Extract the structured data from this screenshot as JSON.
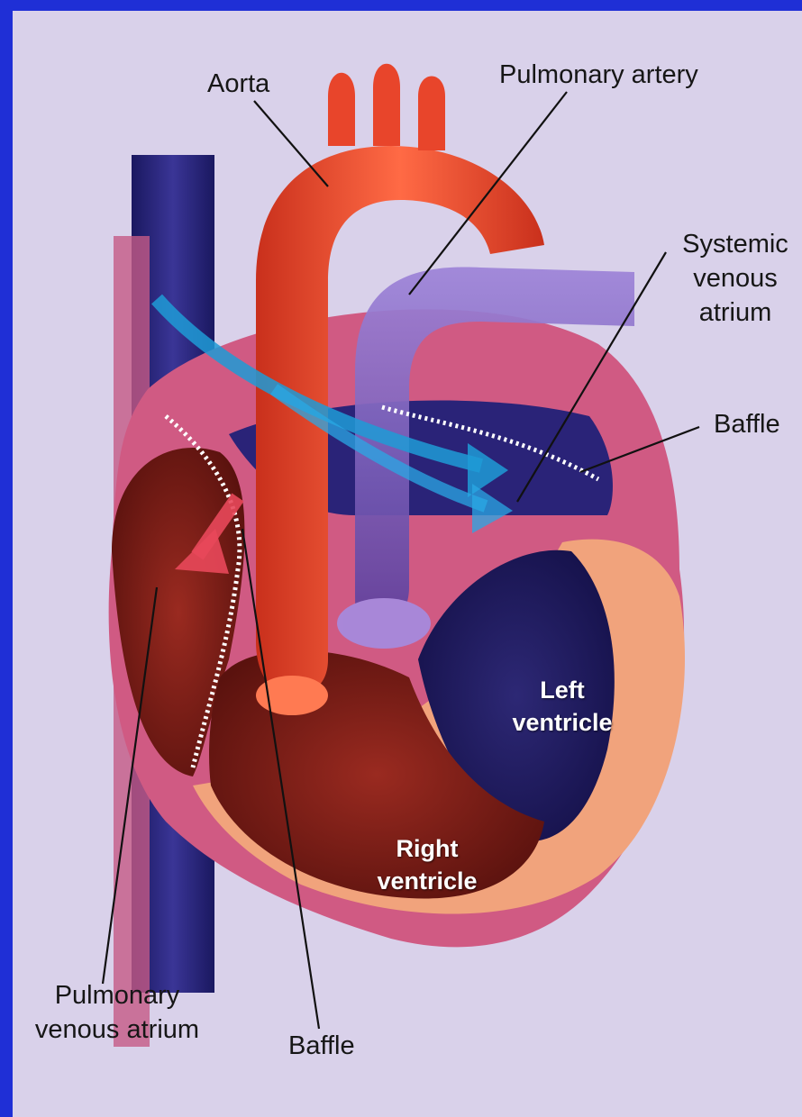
{
  "labels": {
    "aorta": "Aorta",
    "pulmonary_artery": "Pulmonary artery",
    "systemic_venous_atrium": [
      "Systemic",
      "venous",
      "atrium"
    ],
    "baffle_right": "Baffle",
    "left_ventricle": [
      "Left",
      "ventricle"
    ],
    "right_ventricle": [
      "Right",
      "ventricle"
    ],
    "pulmonary_venous_atrium": [
      "Pulmonary",
      "venous atrium"
    ],
    "baffle_bottom": "Baffle"
  },
  "colors": {
    "frame": "#1f2fd6",
    "page": "#d9d1ea",
    "aorta": "#e8452b",
    "pulmonary_artery": "#7a5ab8",
    "vena_cava": "#2c2a7a",
    "myocardium": "#f0a27a",
    "ventricle_blue": "#1e1a5a",
    "ventricle_red": "#7a1a14",
    "blood_flow_blue": "#1e9bd6",
    "blood_flow_red": "#e8485a"
  }
}
